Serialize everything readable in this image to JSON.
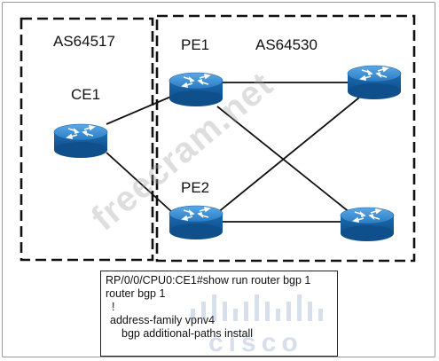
{
  "domains": {
    "left_as": "AS64517",
    "right_as": "AS64530"
  },
  "routers": {
    "ce1": "CE1",
    "pe1": "PE1",
    "pe2": "PE2"
  },
  "cli": {
    "lines": [
      "RP/0/0/CPU0:CE1#show run router bgp 1",
      "router bgp 1",
      "!",
      "address-family vpnv4",
      "bgp additional-paths install"
    ]
  },
  "watermark": "freecram.net",
  "logo": "cisco",
  "colors": {
    "router_body": "#1f6fb6",
    "router_top": "#3d8fd2",
    "line": "#111111"
  }
}
